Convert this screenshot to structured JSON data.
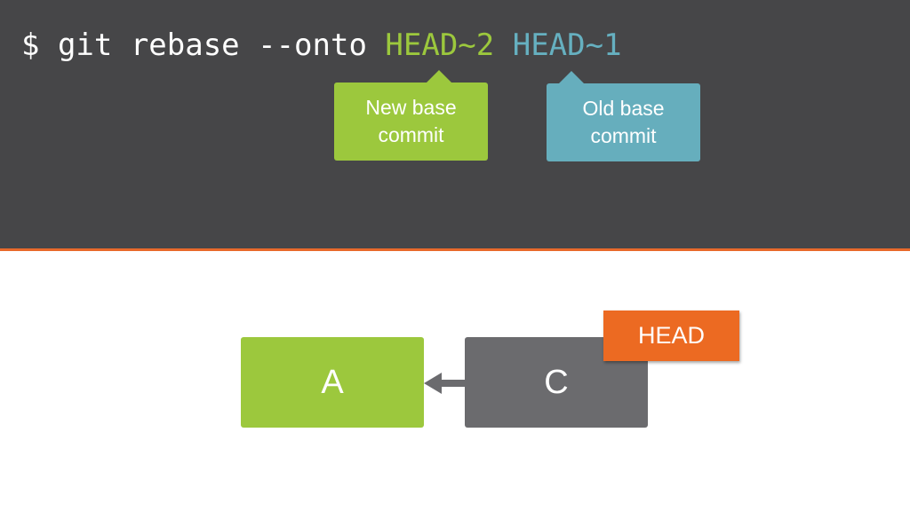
{
  "command": {
    "prompt": "$",
    "text": " git rebase --onto ",
    "new_base_ref": "HEAD~2",
    "space": " ",
    "old_base_ref": "HEAD~1"
  },
  "callouts": {
    "new_base": "New base commit",
    "old_base": "Old base commit"
  },
  "commits": {
    "a": "A",
    "c": "C"
  },
  "head_label": "HEAD",
  "colors": {
    "terminal_bg": "#464648",
    "green": "#9cc83d",
    "blue": "#66aebd",
    "gray": "#6b6b6e",
    "orange": "#ec6a22"
  }
}
